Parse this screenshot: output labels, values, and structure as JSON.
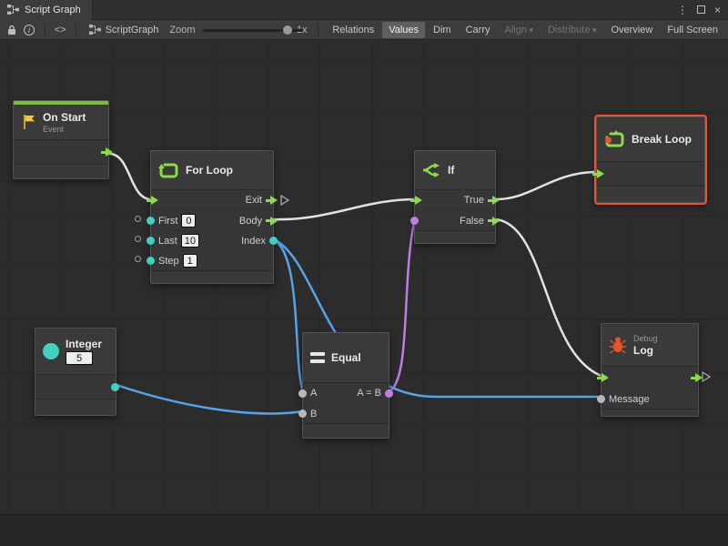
{
  "window": {
    "tab_title": "Script Graph"
  },
  "icons": {
    "menu_icon": "⋮",
    "close_icon": "×",
    "info_icon": "i",
    "code_icon": "<>"
  },
  "toolbar": {
    "graph_name": "ScriptGraph",
    "zoom_label": "Zoom",
    "zoom_value": "1x",
    "buttons": {
      "relations": "Relations",
      "values": "Values",
      "dim": "Dim",
      "carry": "Carry",
      "align": "Align",
      "distribute": "Distribute",
      "overview": "Overview",
      "fullscreen": "Full Screen"
    }
  },
  "nodes": {
    "on_start": {
      "title": "On Start",
      "subtitle": "Event"
    },
    "for_loop": {
      "title": "For Loop",
      "exit_label": "Exit",
      "body_label": "Body",
      "index_label": "Index",
      "first_label": "First",
      "last_label": "Last",
      "step_label": "Step",
      "first_value": "0",
      "last_value": "10",
      "step_value": "1"
    },
    "if_node": {
      "title": "If",
      "true_label": "True",
      "false_label": "False"
    },
    "break_loop": {
      "title": "Break Loop"
    },
    "integer": {
      "title": "Integer",
      "value": "5"
    },
    "equal": {
      "title": "Equal",
      "a_label": "A",
      "b_label": "B",
      "result_label": "A = B"
    },
    "debug_log": {
      "title": "Log",
      "subtitle": "Debug",
      "message_label": "Message"
    }
  },
  "colors": {
    "flow_green": "#8bdb4a",
    "value_teal": "#3fd0c0",
    "bool_purple": "#bd7fe0",
    "wire_blue": "#56a3e8",
    "selection_orange": "#f14f33"
  }
}
